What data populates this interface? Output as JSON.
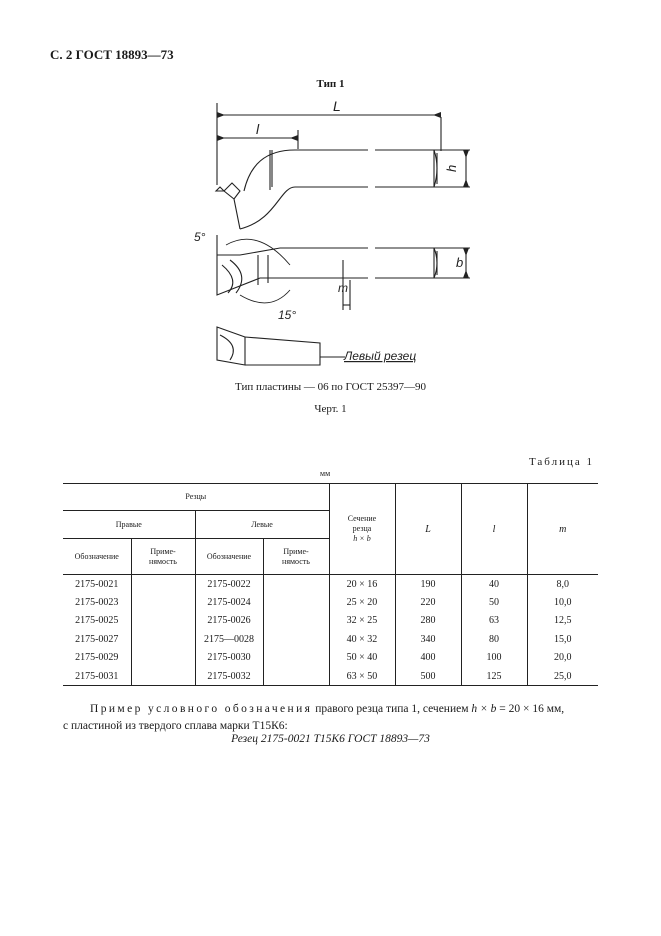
{
  "header": "С. 2 ГОСТ 18893—73",
  "drawing": {
    "title": "Тип 1",
    "dim_L": "L",
    "dim_l": "l",
    "dim_h": "h",
    "dim_b": "b",
    "dim_m": "m",
    "angle_5": "5°",
    "angle_15": "15°",
    "left_label": "Левый резец"
  },
  "caption_plate": "Тип пластины — 06 по ГОСТ 25397—90",
  "caption_figure": "Черт. 1",
  "table": {
    "title": "Таблица 1",
    "units": "мм",
    "head": {
      "cutters": "Резцы",
      "right": "Правые",
      "left": "Левые",
      "designation": "Обозначение",
      "application_1": "Приме-",
      "application_2": "нямость",
      "section_1": "Сечение",
      "section_2": "резца",
      "section_3": "h × b",
      "L": "L",
      "l": "l",
      "m": "m"
    },
    "rows": [
      {
        "right": "2175-0021",
        "right_app": "",
        "left": "2175-0022",
        "left_app": "",
        "section": "20 × 16",
        "L": "190",
        "l": "40",
        "m": "8,0"
      },
      {
        "right": "2175-0023",
        "right_app": "",
        "left": "2175-0024",
        "left_app": "",
        "section": "25 × 20",
        "L": "220",
        "l": "50",
        "m": "10,0"
      },
      {
        "right": "2175-0025",
        "right_app": "",
        "left": "2175-0026",
        "left_app": "",
        "section": "32 × 25",
        "L": "280",
        "l": "63",
        "m": "12,5"
      },
      {
        "right": "2175-0027",
        "right_app": "",
        "left": "2175—0028",
        "left_app": "",
        "section": "40 × 32",
        "L": "340",
        "l": "80",
        "m": "15,0"
      },
      {
        "right": "2175-0029",
        "right_app": "",
        "left": "2175-0030",
        "left_app": "",
        "section": "50 × 40",
        "L": "400",
        "l": "100",
        "m": "20,0"
      },
      {
        "right": "2175-0031",
        "right_app": "",
        "left": "2175-0032",
        "left_app": "",
        "section": "63 × 50",
        "L": "500",
        "l": "125",
        "m": "25,0"
      }
    ]
  },
  "example": {
    "lead": "Пример условного обозначения",
    "text_a": " правого резца типа 1, сечением ",
    "formula": "h × b",
    "text_b": " = 20 × 16 мм,",
    "line2": "с пластиной из твердого сплава марки Т15К6:",
    "designation": "Резец 2175-0021 Т15К6 ГОСТ 18893—73"
  }
}
